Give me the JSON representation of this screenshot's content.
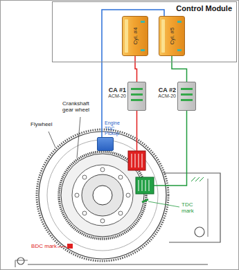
{
  "diagram": {
    "nodes": [
      {
        "text": [
          "Control Module"
        ]
      },
      {
        "text": [
          "Cyl. #4"
        ],
        "in": 0
      },
      {
        "text": [
          "Cyl. #5"
        ],
        "in": 0
      },
      {
        "text": [
          "CA #1",
          "ACM-20"
        ]
      },
      {
        "text": [
          "CA #2",
          "ACM-20"
        ]
      },
      {
        "text": [
          "Engine TDC Pickup"
        ]
      }
    ],
    "edges": [
      {
        "from": 5,
        "to": 2,
        "arrow": "none"
      },
      {
        "from": 1,
        "to": 3,
        "arrow": "none"
      },
      {
        "from": 2,
        "to": 4,
        "arrow": "none"
      }
    ],
    "labels": [
      "Flywheel",
      "Crankshaft gear wheel",
      "TDC mark",
      "BDC mark"
    ]
  }
}
